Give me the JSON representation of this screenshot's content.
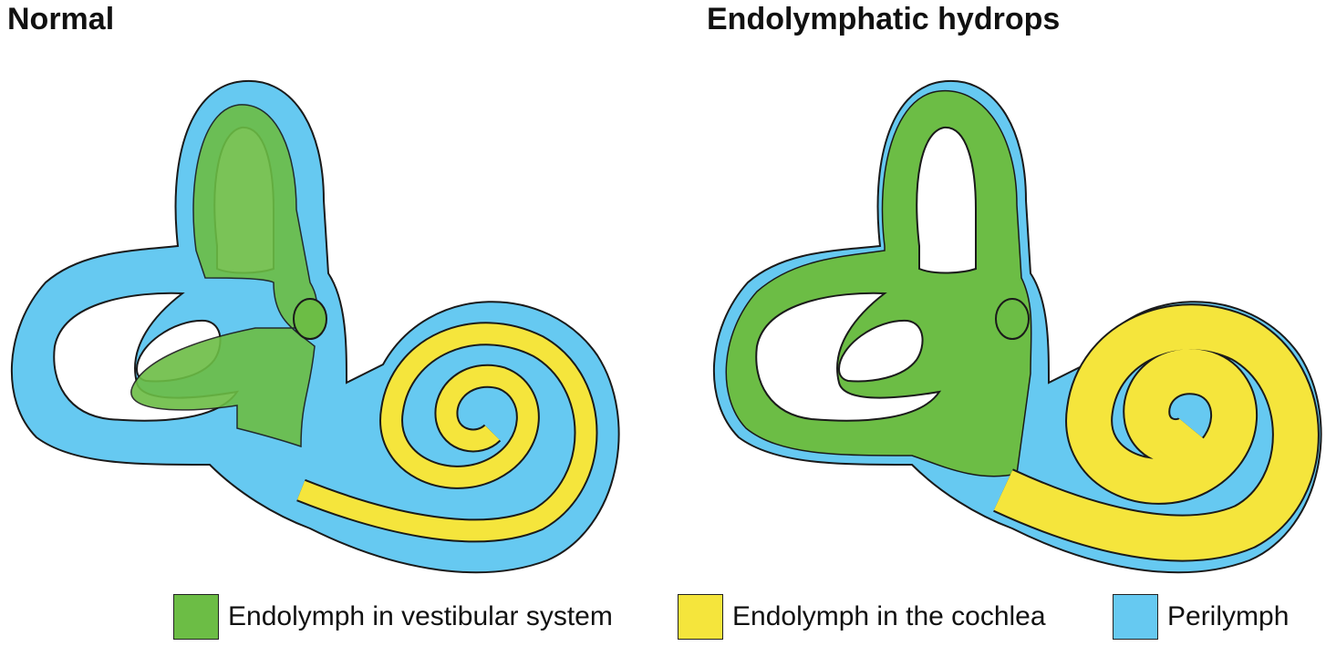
{
  "titles": {
    "left": "Normal",
    "right": "Endolymphatic hydrops"
  },
  "colors": {
    "endolymph_vestibular": "#6cbd45",
    "endolymph_cochlea": "#f5e53c",
    "perilymph": "#66c9f1",
    "outline": "#1a1a1a"
  },
  "legend": [
    {
      "label": "Endolymph in vestibular system",
      "color": "#6cbd45"
    },
    {
      "label": "Endolymph in the cochlea",
      "color": "#f5e53c"
    },
    {
      "label": "Perilymph",
      "color": "#66c9f1"
    }
  ]
}
